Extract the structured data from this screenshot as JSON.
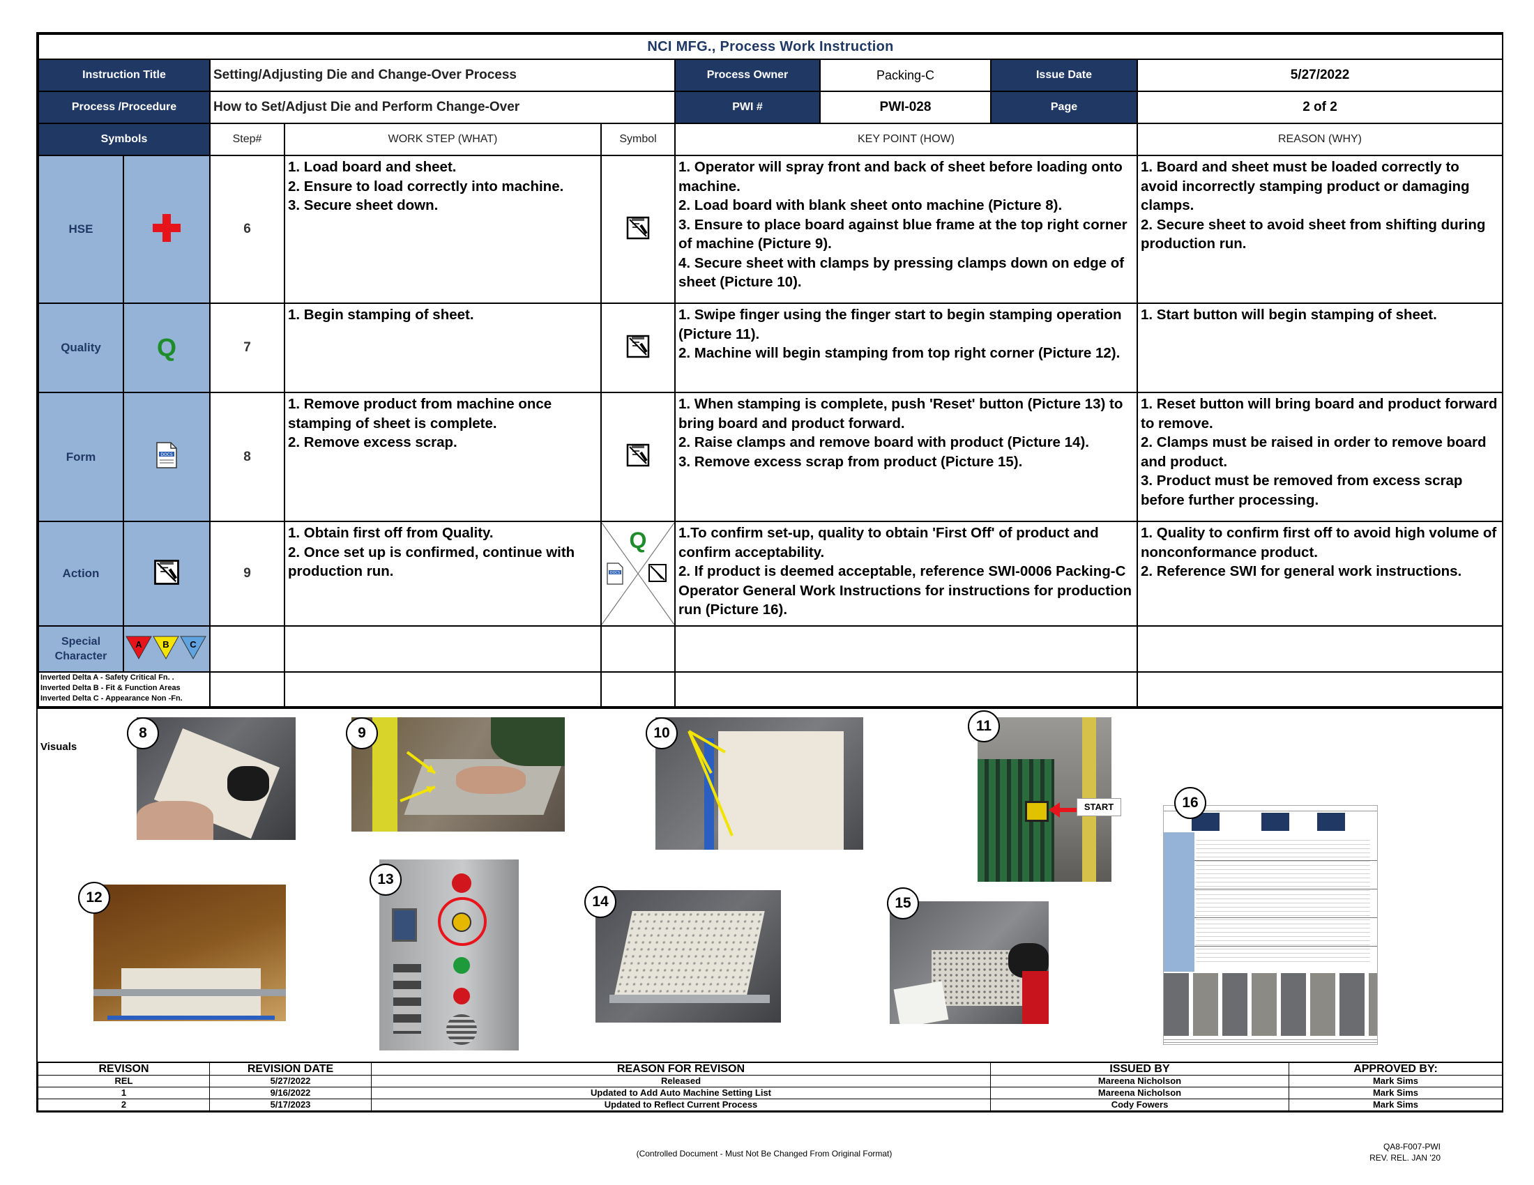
{
  "document_title": "NCI MFG., Process Work Instruction",
  "header": {
    "instruction_title_label": "Instruction Title",
    "instruction_title": "Setting/Adjusting Die and Change-Over Process",
    "process_owner_label": "Process Owner",
    "process_owner": "Packing-C",
    "issue_date_label": "Issue Date",
    "issue_date": "5/27/2022",
    "process_label": "Process /Procedure",
    "process": "How to Set/Adjust Die and Perform Change-Over",
    "pwi_label": "PWI #",
    "pwi": "PWI-028",
    "page_label": "Page",
    "page": "2 of 2"
  },
  "columns": {
    "symbols": "Symbols",
    "step": "Step#",
    "work_step": "WORK STEP (WHAT)",
    "symbol": "Symbol",
    "key_point": "KEY POINT (HOW)",
    "reason": "REASON (WHY)"
  },
  "steps": [
    {
      "category": "HSE",
      "icon": "red-cross-icon",
      "step": "6",
      "what": [
        "1. Load board and sheet.",
        "2. Ensure to load correctly into machine.",
        "3. Secure sheet down."
      ],
      "symbol": "action-icon",
      "how": [
        "1. Operator will spray front and back of sheet before loading onto machine.",
        "2. Load board with blank sheet onto machine (Picture 8).",
        "3. Ensure to place board against blue frame at the top right corner of machine (Picture 9).",
        "4. Secure sheet with clamps by pressing clamps down on edge of sheet (Picture 10)."
      ],
      "why": [
        "1. Board and sheet must be loaded correctly to avoid incorrectly stamping product or damaging clamps.",
        "2. Secure sheet to avoid sheet from shifting during production run."
      ]
    },
    {
      "category": "Quality",
      "icon": "quality-q-icon",
      "icon_text": "Q",
      "step": "7",
      "what": [
        "1. Begin stamping of sheet."
      ],
      "symbol": "action-icon",
      "how": [
        "1. Swipe finger using the finger start to begin stamping operation (Picture 11).",
        "2. Machine will begin stamping from top right corner (Picture 12)."
      ],
      "why": [
        "1. Start button will begin stamping of sheet."
      ]
    },
    {
      "category": "Form",
      "icon": "form-document-icon",
      "step": "8",
      "what": [
        "1. Remove product from machine once stamping of sheet is complete.",
        "2. Remove excess scrap."
      ],
      "symbol": "action-icon",
      "how": [
        "1. When stamping is complete, push 'Reset' button (Picture 13) to bring board and product forward.",
        "2. Raise clamps and remove board with product (Picture 14).",
        "3. Remove excess scrap from product (Picture 15)."
      ],
      "why": [
        "1. Reset button will bring board and product forward to remove.",
        "2. Clamps must be raised in order to remove board and product.",
        "3. Product must be removed from excess scrap before further processing."
      ]
    },
    {
      "category": "Action",
      "icon": "action-icon",
      "step": "9",
      "what": [
        "1. Obtain first off from Quality.",
        "2. Once set up is confirmed, continue with production run."
      ],
      "symbol": "combined-q-form-action-icon",
      "how": [
        "1.To confirm set-up, quality to obtain 'First Off' of product and confirm acceptability.",
        "2. If product is deemed acceptable, reference SWI-0006 Packing-C Operator General Work Instructions for instructions for production run (Picture 16)."
      ],
      "why": [
        "1. Quality to confirm first off to avoid high volume of nonconformance product.",
        "2. Reference SWI for general work instructions."
      ]
    }
  ],
  "special_character": {
    "label_line1": "Special",
    "label_line2": "Character",
    "deltas": [
      "A",
      "B",
      "C"
    ],
    "legend": [
      "Inverted Delta A - Safety Critical Fn. .",
      "Inverted Delta B - Fit & Function Areas",
      "Inverted Delta C  - Appearance Non -Fn."
    ]
  },
  "visuals": {
    "label": "Visuals",
    "pictures": [
      "8",
      "9",
      "10",
      "11",
      "12",
      "13",
      "14",
      "15",
      "16"
    ],
    "start_label": "START",
    "docs_label": "DOCS"
  },
  "revisions": {
    "headers": [
      "REVISON",
      "REVISION DATE",
      "REASON FOR REVISON",
      "ISSUED BY",
      "APPROVED BY:"
    ],
    "rows": [
      [
        "REL",
        "5/27/2022",
        "Released",
        "Mareena Nicholson",
        "Mark Sims"
      ],
      [
        "1",
        "9/16/2022",
        "Updated to Add Auto Machine Setting List",
        "Mareena Nicholson",
        "Mark Sims"
      ],
      [
        "2",
        "5/17/2023",
        "Updated to Reflect Current Process",
        "Cody Fowers",
        "Mark Sims"
      ]
    ]
  },
  "footer": {
    "controlled": "(Controlled Document - Must Not Be Changed From Original Format)",
    "form_id": "QA8-F007-PWI",
    "rev": "REV. REL. JAN '20"
  },
  "colors": {
    "header_navy": "#1f3864",
    "symbol_blue": "#95b3d7",
    "cross_red": "#e8141c",
    "quality_green": "#1e8c2a"
  }
}
